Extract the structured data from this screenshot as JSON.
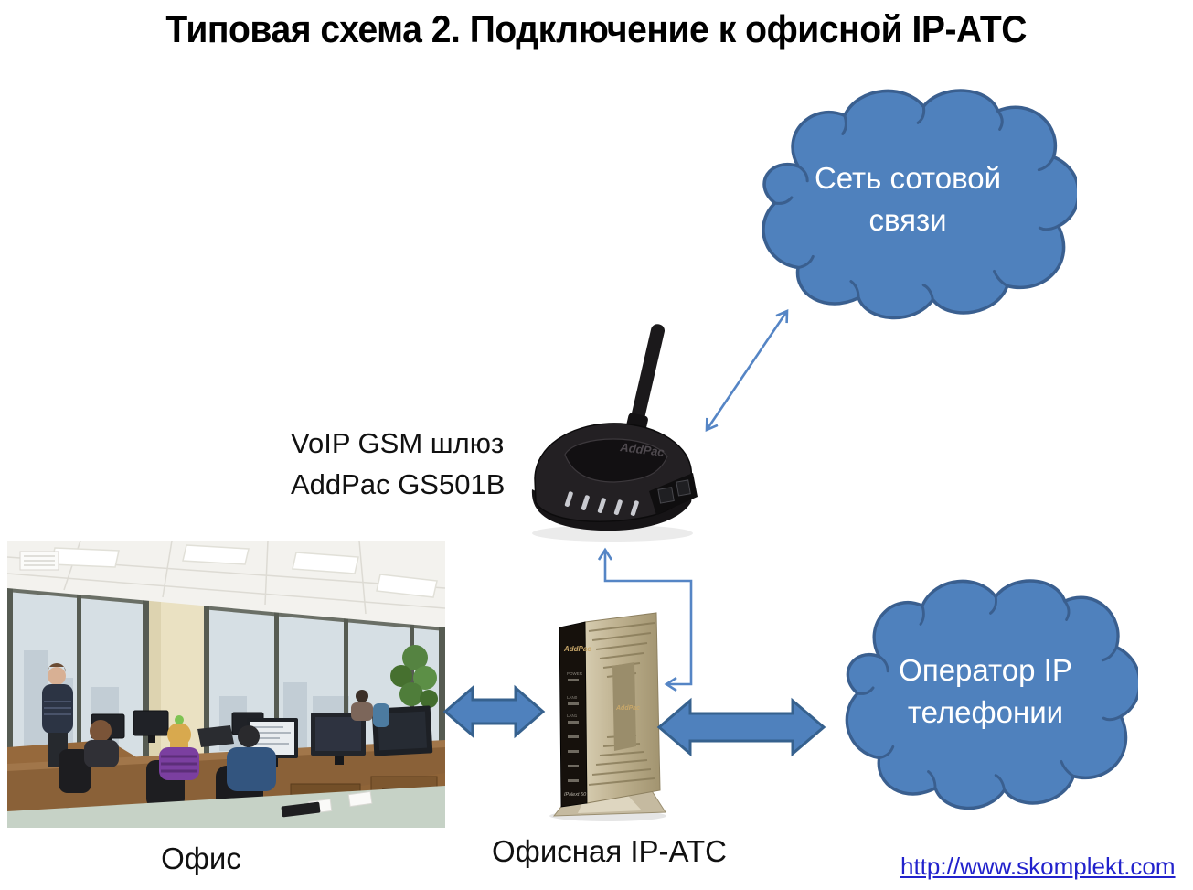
{
  "title": "Типовая схема 2. Подключение к офисной IP-АТС",
  "clouds": {
    "cellular": {
      "line1": "Сеть сотовой",
      "line2": "связи"
    },
    "voip_operator": {
      "line1": "Оператор IP",
      "line2": "телефонии"
    }
  },
  "gsm_gateway": {
    "label_line1": "VoIP GSM шлюз",
    "label_line2": "AddPac GS501B",
    "brand": "AddPac"
  },
  "ip_pbx": {
    "caption": "Офисная IP-АТС",
    "brand": "AddPac",
    "model": "IPNext 50",
    "led_power": "POWER",
    "led_lan0": "LAN0",
    "led_lan1": "LAN1"
  },
  "office": {
    "caption": "Офис"
  },
  "footer": {
    "link_text": "http://www.skomplekt.com"
  },
  "colors": {
    "cloud_fill": "#4F81BD",
    "cloud_border": "#3A5F8F",
    "thick_arrow_fill": "#4F81BD",
    "thick_arrow_border": "#36618E",
    "connector_blue": "#5585C5",
    "link_blue": "#2222CC"
  }
}
